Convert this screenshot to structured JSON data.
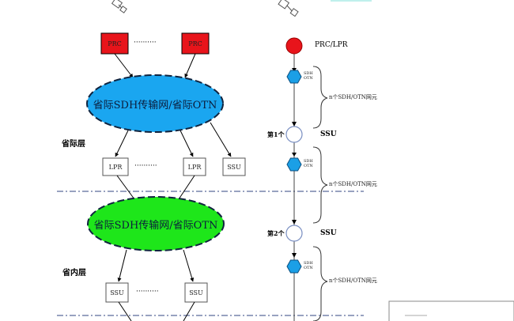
{
  "left_diagram": {
    "prc_left": "PRC",
    "prc_right": "PRC",
    "dots_top": "··········",
    "ellipse_1": "省际SDH传输网/省际OTN",
    "ellipse_2": "省际SDH传输网/省际OTN",
    "layer_1": "省际层",
    "layer_2": "省内层",
    "lpr_left": "LPR",
    "lpr_right": "LPR",
    "ssu_top": "SSU",
    "dots_mid": "··········",
    "ssu_left": "SSU",
    "ssu_right": "SSU",
    "dots_bottom": "··········"
  },
  "right_diagram": {
    "source_label": "PRC/LPR",
    "hex_label_1": "SDH OTN",
    "hex_label_2": "SDH OTN",
    "hex_label_3": "SDH OTN",
    "brace_label_1": "n个SDH/OTN网元",
    "brace_label_2": "n个SDH/OTN网元",
    "brace_label_3": "n个SDH/OTN网元",
    "node_1_index": "第1个",
    "node_1_name": "SSU",
    "node_2_index": "第2个",
    "node_2_name": "SSU"
  },
  "colors": {
    "prc_red": "#e8141b",
    "ellipse_blue": "#1aa6f0",
    "ellipse_green": "#1ee61a",
    "hex_blue": "#1b9fe6",
    "dashdot": "#5b6b9a"
  },
  "icons": [
    "satellite-icon-left",
    "satellite-icon-right"
  ]
}
